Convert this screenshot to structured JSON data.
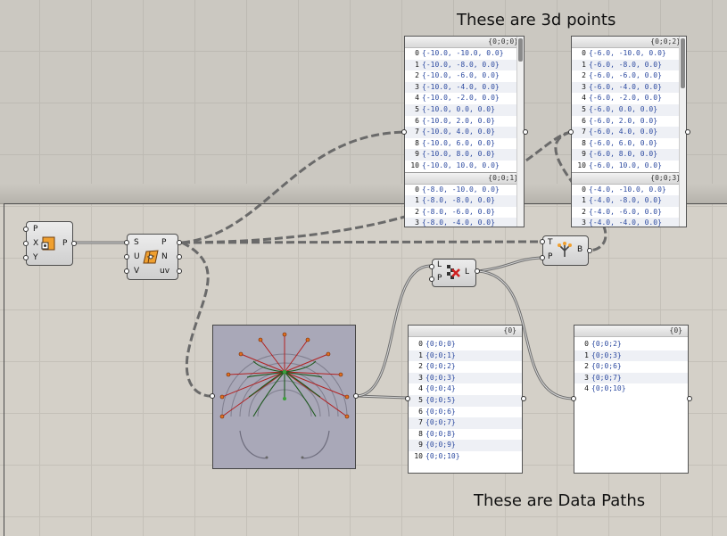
{
  "notes": {
    "points_title": "These are 3d points",
    "paths_title": "These are Data Paths"
  },
  "components": {
    "construct_point": {
      "inputs": [
        "P",
        "X",
        "Y"
      ],
      "output": "P",
      "icon": "point-icon"
    },
    "evaluate_surface": {
      "inputs": [
        "S",
        "U",
        "V"
      ],
      "outputs": [
        "P",
        "N",
        "uv"
      ],
      "icon": "surface-icon"
    },
    "tree_statistics": {
      "inputs": [
        "L",
        "P"
      ],
      "output": "L",
      "icon": "tree-stats-icon"
    },
    "tree_branch": {
      "inputs": [
        "T",
        "P"
      ],
      "output": "B",
      "icon": "tree-branch-icon"
    },
    "param_viewer": {
      "icon": "param-viewer-icon"
    }
  },
  "panels": {
    "points_a": {
      "groups": [
        {
          "path": "{0;0;0}",
          "rows": [
            {
              "i": "0",
              "v": "{-10.0, -10.0, 0.0}"
            },
            {
              "i": "1",
              "v": "{-10.0, -8.0, 0.0}"
            },
            {
              "i": "2",
              "v": "{-10.0, -6.0, 0.0}"
            },
            {
              "i": "3",
              "v": "{-10.0, -4.0, 0.0}"
            },
            {
              "i": "4",
              "v": "{-10.0, -2.0, 0.0}"
            },
            {
              "i": "5",
              "v": "{-10.0, 0.0, 0.0}"
            },
            {
              "i": "6",
              "v": "{-10.0, 2.0, 0.0}"
            },
            {
              "i": "7",
              "v": "{-10.0, 4.0, 0.0}"
            },
            {
              "i": "8",
              "v": "{-10.0, 6.0, 0.0}"
            },
            {
              "i": "9",
              "v": "{-10.0, 8.0, 0.0}"
            },
            {
              "i": "10",
              "v": "{-10.0, 10.0, 0.0}"
            }
          ]
        },
        {
          "path": "{0;0;1}",
          "rows": [
            {
              "i": "0",
              "v": "{-8.0, -10.0, 0.0}"
            },
            {
              "i": "1",
              "v": "{-8.0, -8.0, 0.0}"
            },
            {
              "i": "2",
              "v": "{-8.0, -6.0, 0.0}"
            },
            {
              "i": "3",
              "v": "{-8.0, -4.0, 0.0}"
            }
          ]
        }
      ]
    },
    "points_b": {
      "groups": [
        {
          "path": "{0;0;2}",
          "rows": [
            {
              "i": "0",
              "v": "{-6.0, -10.0, 0.0}"
            },
            {
              "i": "1",
              "v": "{-6.0, -8.0, 0.0}"
            },
            {
              "i": "2",
              "v": "{-6.0, -6.0, 0.0}"
            },
            {
              "i": "3",
              "v": "{-6.0, -4.0, 0.0}"
            },
            {
              "i": "4",
              "v": "{-6.0, -2.0, 0.0}"
            },
            {
              "i": "5",
              "v": "{-6.0, 0.0, 0.0}"
            },
            {
              "i": "6",
              "v": "{-6.0, 2.0, 0.0}"
            },
            {
              "i": "7",
              "v": "{-6.0, 4.0, 0.0}"
            },
            {
              "i": "8",
              "v": "{-6.0, 6.0, 0.0}"
            },
            {
              "i": "9",
              "v": "{-6.0, 8.0, 0.0}"
            },
            {
              "i": "10",
              "v": "{-6.0, 10.0, 0.0}"
            }
          ]
        },
        {
          "path": "{0;0;3}",
          "rows": [
            {
              "i": "0",
              "v": "{-4.0, -10.0, 0.0}"
            },
            {
              "i": "1",
              "v": "{-4.0, -8.0, 0.0}"
            },
            {
              "i": "2",
              "v": "{-4.0, -6.0, 0.0}"
            },
            {
              "i": "3",
              "v": "{-4.0, -4.0, 0.0}"
            }
          ]
        }
      ]
    },
    "paths_all": {
      "groups": [
        {
          "path": "{0}",
          "rows": [
            {
              "i": "0",
              "v": "{0;0;0}"
            },
            {
              "i": "1",
              "v": "{0;0;1}"
            },
            {
              "i": "2",
              "v": "{0;0;2}"
            },
            {
              "i": "3",
              "v": "{0;0;3}"
            },
            {
              "i": "4",
              "v": "{0;0;4}"
            },
            {
              "i": "5",
              "v": "{0;0;5}"
            },
            {
              "i": "6",
              "v": "{0;0;6}"
            },
            {
              "i": "7",
              "v": "{0;0;7}"
            },
            {
              "i": "8",
              "v": "{0;0;8}"
            },
            {
              "i": "9",
              "v": "{0;0;9}"
            },
            {
              "i": "10",
              "v": "{0;0;10}"
            }
          ]
        }
      ]
    },
    "paths_selected": {
      "groups": [
        {
          "path": "{0}",
          "rows": [
            {
              "i": "0",
              "v": "{0;0;2}"
            },
            {
              "i": "1",
              "v": "{0;0;3}"
            },
            {
              "i": "2",
              "v": "{0;0;6}"
            },
            {
              "i": "3",
              "v": "{0;0;7}"
            },
            {
              "i": "4",
              "v": "{0;0;10}"
            }
          ]
        }
      ]
    }
  },
  "colors": {
    "canvas": "#d4d0c8",
    "wire": "#6f6f6f",
    "panel_text": "#2c4aa0",
    "tree_branch": "#b22222",
    "tree_leaf": "#1e5a1e",
    "tree_node": "#e07020"
  }
}
